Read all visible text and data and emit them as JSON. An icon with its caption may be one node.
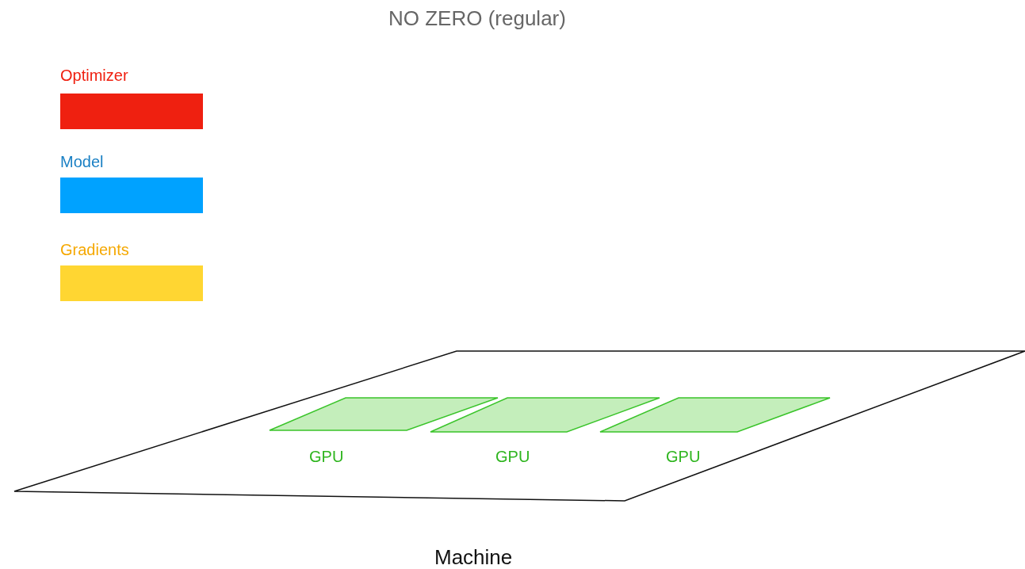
{
  "diagram": {
    "title": "NO ZERO (regular)",
    "nodes": [
      {
        "text": [
          "Machine"
        ]
      },
      {
        "text": [
          "GPU"
        ],
        "in": 0
      },
      {
        "text": [
          "GPU"
        ],
        "in": 0
      },
      {
        "text": [
          "GPU"
        ],
        "in": 0
      }
    ],
    "legend": [
      {
        "text": "Optimizer",
        "color": "#ef2010"
      },
      {
        "text": "Model",
        "color": "#00a2ff"
      },
      {
        "text": "Gradients",
        "color": "#ffd632"
      }
    ]
  }
}
